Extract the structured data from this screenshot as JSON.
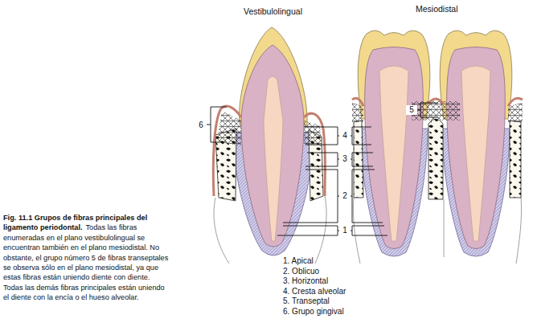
{
  "diagram": {
    "title": "Fig. 11.1 Grupos de fibras principales del ligamento periodontal.",
    "caption": "Todas las fibras enumeradas en el plano vestibulolingual se encuentran también en el plano mesiodistal. No obstante, el grupo número 5 de fibras transeptales se observa sólo en el plano mesiodistal, ya que estas fibras están uniendo diente con diente. Todas las demás fibras principales están uniendo el diente con la encía o el hueso alveolar.",
    "labels": [
      "Vestibulolingual",
      "Mesiodistal",
      "6",
      "4",
      "3",
      "2",
      "1",
      "5",
      "1. Apical",
      "2. Oblicuo",
      "3. Horizontal",
      "4. Cresta alveolar",
      "5. Transeptal",
      "6. Grupo gingival"
    ]
  }
}
